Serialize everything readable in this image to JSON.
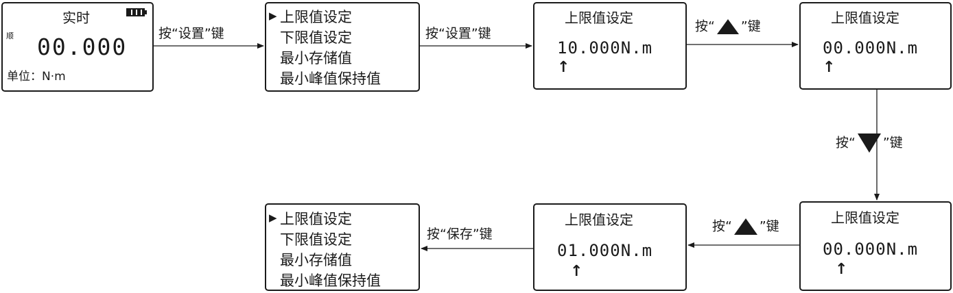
{
  "screens": {
    "realtime": {
      "title": "实时",
      "side_label": "顺",
      "value": "00.000",
      "unit": "单位：N·m"
    },
    "menu_1": {
      "items": [
        "上限值设定",
        "下限值设定",
        "最小存储值",
        "最小峰值保持值"
      ]
    },
    "upper_1": {
      "title": "上限值设定",
      "value": "10.000N.m"
    },
    "upper_2": {
      "title": "上限值设定",
      "value": "00.000N.m"
    },
    "upper_3": {
      "title": "上限值设定",
      "value": "00.000N.m"
    },
    "upper_4": {
      "title": "上限值设定",
      "value": "01.000N.m"
    },
    "menu_2": {
      "items": [
        "上限值设定",
        "下限值设定",
        "最小存储值",
        "最小峰值保持值"
      ]
    }
  },
  "arrows": {
    "a1": "按“设置”键",
    "a2": "按“设置”键",
    "a3": {
      "pre": "按“",
      "post": "”键",
      "key": "up"
    },
    "a4": {
      "pre": "按“",
      "post": "”键",
      "key": "down"
    },
    "a5": {
      "pre": "按“",
      "post": "”键",
      "key": "up"
    },
    "a6": "按“保存”键"
  },
  "symbols": {
    "cursor": "↑",
    "pointer": "▶"
  }
}
